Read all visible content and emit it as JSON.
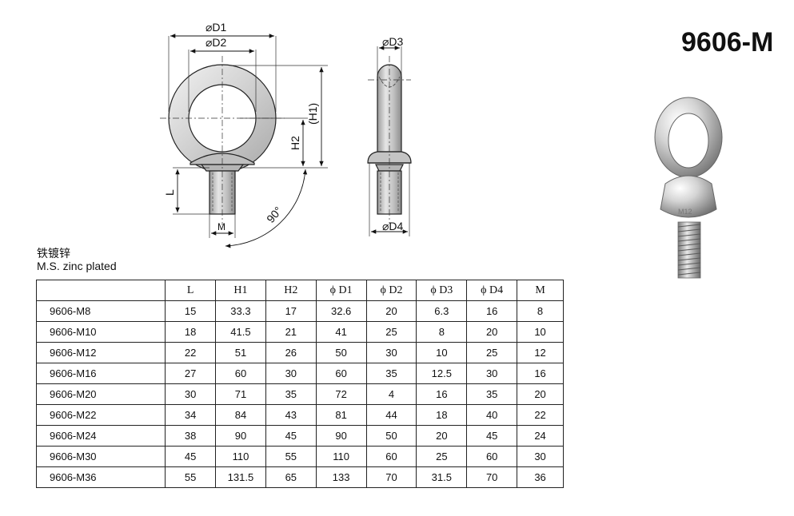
{
  "title": "9606-M",
  "material": {
    "cn": "铁镀锌",
    "en": "M.S. zinc plated"
  },
  "drawing_labels": {
    "d1": "⌀D1",
    "d2": "⌀D2",
    "h1": "(H1)",
    "h2": "H2",
    "l": "L",
    "m": "M",
    "angle": "90°",
    "d3": "⌀D3",
    "d4": "⌀D4"
  },
  "photo_marking": "M12",
  "table": {
    "headers": [
      "",
      "L",
      "H1",
      "H2",
      "ϕ D1",
      "ϕ D2",
      "ϕ D3",
      "ϕ D4",
      "M"
    ],
    "rows": [
      [
        "9606-M8",
        "15",
        "33.3",
        "17",
        "32.6",
        "20",
        "6.3",
        "16",
        "8"
      ],
      [
        "9606-M10",
        "18",
        "41.5",
        "21",
        "41",
        "25",
        "8",
        "20",
        "10"
      ],
      [
        "9606-M12",
        "22",
        "51",
        "26",
        "50",
        "30",
        "10",
        "25",
        "12"
      ],
      [
        "9606-M16",
        "27",
        "60",
        "30",
        "60",
        "35",
        "12.5",
        "30",
        "16"
      ],
      [
        "9606-M20",
        "30",
        "71",
        "35",
        "72",
        "4",
        "16",
        "35",
        "20"
      ],
      [
        "9606-M22",
        "34",
        "84",
        "43",
        "81",
        "44",
        "18",
        "40",
        "22"
      ],
      [
        "9606-M24",
        "38",
        "90",
        "45",
        "90",
        "50",
        "20",
        "45",
        "24"
      ],
      [
        "9606-M30",
        "45",
        "110",
        "55",
        "110",
        "60",
        "25",
        "60",
        "30"
      ],
      [
        "9606-M36",
        "55",
        "131.5",
        "65",
        "133",
        "70",
        "31.5",
        "70",
        "36"
      ]
    ]
  }
}
